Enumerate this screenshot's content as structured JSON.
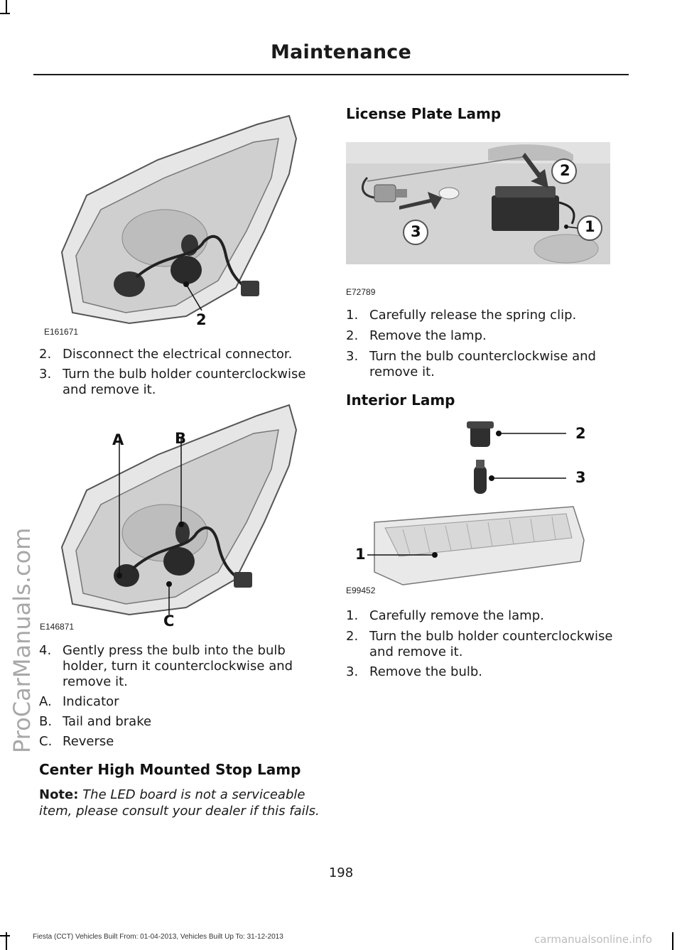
{
  "header": {
    "title": "Maintenance"
  },
  "watermark": {
    "side": "ProCarManuals.com",
    "bottom": "carmanualsonline.info"
  },
  "left_column": {
    "figure1": {
      "id": "E161671",
      "callout_2": "2"
    },
    "steps_a": [
      {
        "num": "2.",
        "lines": [
          "Disconnect the electrical connector."
        ]
      },
      {
        "num": "3.",
        "lines": [
          "Turn the bulb holder counterclockwise",
          "and remove it."
        ]
      }
    ],
    "figure2": {
      "id": "E146871",
      "callout_a": "A",
      "callout_b": "B",
      "callout_c": "C"
    },
    "step4": {
      "num": "4.",
      "lines": [
        "Gently press the bulb into the bulb",
        "holder, turn it counterclockwise and",
        "remove it."
      ]
    },
    "legend": [
      {
        "key": "A.",
        "text": "Indicator"
      },
      {
        "key": "B.",
        "text": "Tail and brake"
      },
      {
        "key": "C.",
        "text": "Reverse"
      }
    ],
    "chmsl_heading": "Center High Mounted Stop Lamp",
    "note": {
      "label": "Note:",
      "lines": [
        "The LED board is not a serviceable",
        "item, please consult your dealer if this fails."
      ]
    }
  },
  "right_column": {
    "license_heading": "License Plate Lamp",
    "figure3": {
      "id": "E72789",
      "callout_1": "1",
      "callout_2": "2",
      "callout_3": "3"
    },
    "license_steps": [
      {
        "num": "1.",
        "lines": [
          "Carefully release the spring clip."
        ]
      },
      {
        "num": "2.",
        "lines": [
          "Remove the lamp."
        ]
      },
      {
        "num": "3.",
        "lines": [
          "Turn the bulb counterclockwise and",
          "remove it."
        ]
      }
    ],
    "interior_heading": "Interior Lamp",
    "figure4": {
      "id": "E99452",
      "callout_1": "1",
      "callout_2": "2",
      "callout_3": "3"
    },
    "interior_steps": [
      {
        "num": "1.",
        "lines": [
          "Carefully remove the lamp."
        ]
      },
      {
        "num": "2.",
        "lines": [
          "Turn the bulb holder counterclockwise",
          "and remove it."
        ]
      },
      {
        "num": "3.",
        "lines": [
          "Remove the bulb."
        ]
      }
    ]
  },
  "footer": {
    "page_number": "198",
    "text": "Fiesta (CCT) Vehicles Built From: 01-04-2013, Vehicles Built Up To: 31-12-2013"
  }
}
